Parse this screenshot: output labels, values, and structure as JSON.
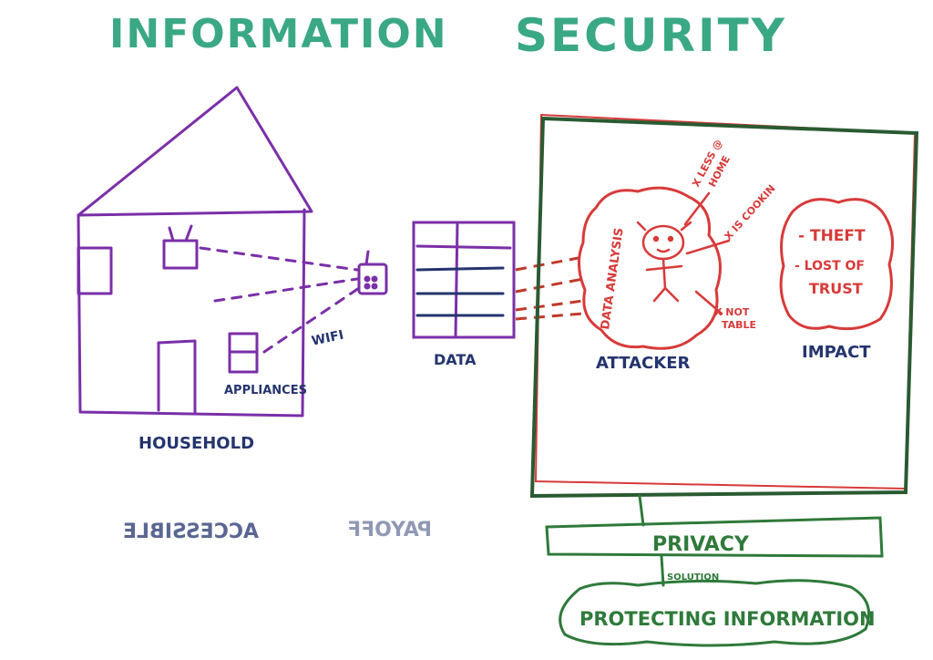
{
  "title": {
    "word1": "INFORMATION",
    "word2": "SECURITY",
    "color": "#3aa885"
  },
  "household": {
    "label": "HOUSEHOLD",
    "appliances": "APPLIANCES",
    "wifi": "WIFI",
    "color": "#7a2fa8"
  },
  "data_block": {
    "label": "DATA"
  },
  "attacker": {
    "label": "ATTACKER",
    "analysis": "DATA ANALYSIS",
    "note_home_line1": "X LESS @",
    "note_home_line2": "HOME",
    "note_cookin": "X IS COOKIN",
    "note_table_line1": "X NOT",
    "note_table_line2": "TABLE",
    "color": "#d83a3a"
  },
  "impact": {
    "label": "IMPACT",
    "theft": "- THEFT",
    "lost_line1": "- LOST OF",
    "lost_line2": "TRUST"
  },
  "mirrored": {
    "left": "ACCESSIBLE",
    "right": "PAYOFF"
  },
  "privacy": {
    "label": "PRIVACY",
    "solution": "SOLUTION",
    "protecting": "PROTECTING INFORMATION",
    "color": "#2e7a3a"
  },
  "ink": {
    "navy": "#24346e"
  }
}
